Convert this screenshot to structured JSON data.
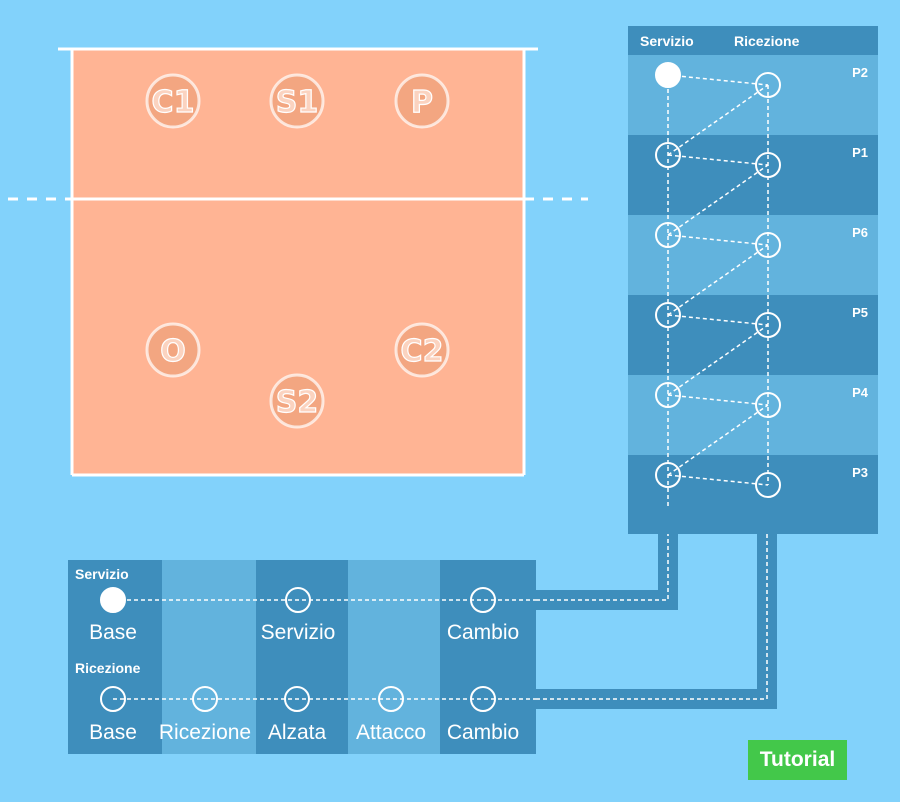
{
  "court": {
    "players": [
      {
        "id": "c1",
        "label": "C1"
      },
      {
        "id": "s1",
        "label": "S1"
      },
      {
        "id": "p",
        "label": "P"
      },
      {
        "id": "o",
        "label": "O"
      },
      {
        "id": "s2",
        "label": "S2"
      },
      {
        "id": "c2",
        "label": "C2"
      }
    ]
  },
  "rotation_panel": {
    "headers": {
      "serve": "Servizio",
      "receive": "Ricezione"
    },
    "rotations": [
      "P2",
      "P1",
      "P6",
      "P5",
      "P4",
      "P3"
    ],
    "selected_rotation": "P2",
    "selected_mode": "Servizio"
  },
  "phases_panel": {
    "serve_row": {
      "label": "Servizio",
      "steps": [
        "Base",
        "Servizio",
        "Cambio"
      ]
    },
    "receive_row": {
      "label": "Ricezione",
      "steps": [
        "Base",
        "Ricezione",
        "Alzata",
        "Attacco",
        "Cambio"
      ]
    },
    "selected_step": "Base"
  },
  "tutorial_button": {
    "label": "Tutorial"
  },
  "colors": {
    "background": "#82d2fb",
    "court": "#ffb494",
    "panel_dark": "#3e8ebc",
    "panel_light": "#62b3dd",
    "accent_green": "#43c84a",
    "line_white": "#ffffff"
  }
}
